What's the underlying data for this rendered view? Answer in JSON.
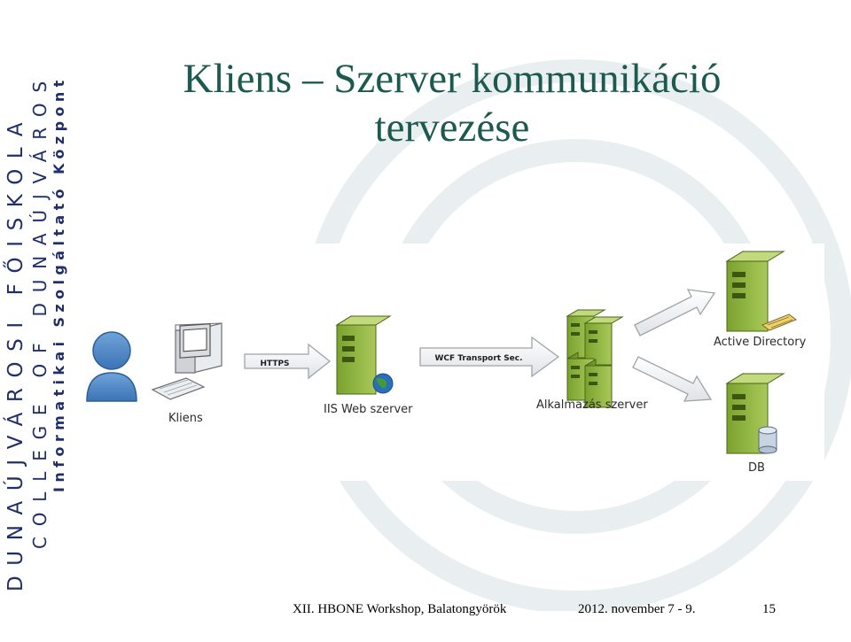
{
  "sidebar": {
    "line1": "DUNAÚJVÁROSI FŐISKOLA",
    "line2": "COLLEGE OF DUNAÚJVÁROS",
    "line3": "Informatikai Szolgáltató Központ"
  },
  "title": {
    "line1": "Kliens – Szerver kommunikáció",
    "line2": "tervezése"
  },
  "diagram": {
    "nodes": {
      "client": "Kliens",
      "iis": "IIS Web szerver",
      "app": "Alkalmazás szerver",
      "ad": "Active Directory",
      "db": "DB"
    },
    "edges": {
      "https": "HTTPS",
      "wcf": "WCF Transport Sec."
    }
  },
  "footer": {
    "event": "XII. HBONE Workshop, Balatongyörök",
    "date": "2012. november 7 - 9.",
    "page": "15"
  },
  "colors": {
    "title": "#1c5a4f",
    "sidebar": "#1f2f6b",
    "server": "#8db23a"
  }
}
